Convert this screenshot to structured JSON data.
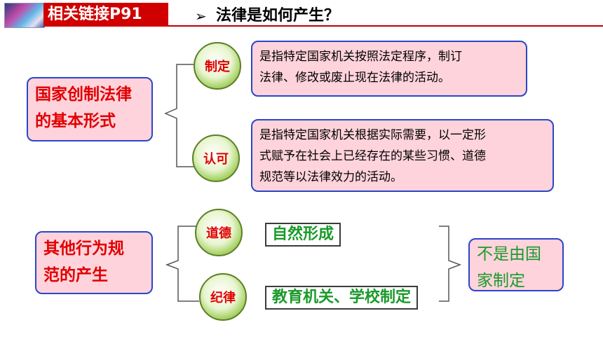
{
  "header": {
    "tag": "相关链接P91",
    "arrow": "➢",
    "title": "法律是如何产生？"
  },
  "section1": {
    "label_line1": "国家创制法律",
    "label_line2": "的基本形式",
    "branch1": {
      "badge": "制定",
      "desc_line1": "是指特定国家机关按照法定程序，制订",
      "desc_line2": "法律、修改或废止现在法律的活动。"
    },
    "branch2": {
      "badge": "认可",
      "desc_line1": "是指特定国家机关根据实际需要，以一定形",
      "desc_line2": "式赋予在社会上已经存在的某些习惯、道德",
      "desc_line3": "规范等以法律效力的活动。"
    }
  },
  "section2": {
    "label_line1": "其他行为规",
    "label_line2": "范的产生",
    "branch1": {
      "badge": "道德",
      "box": "自然形成"
    },
    "branch2": {
      "badge": "纪律",
      "box": "教育机关、学校制定"
    },
    "conclusion_line1": "不是由国",
    "conclusion_line2": "家制定"
  },
  "colors": {
    "accent_red": "#d00000",
    "label_red": "#e00000",
    "text_green": "#1a9a2a",
    "box_pink": "#ffd3dc",
    "border_blue": "#2a46c8"
  }
}
